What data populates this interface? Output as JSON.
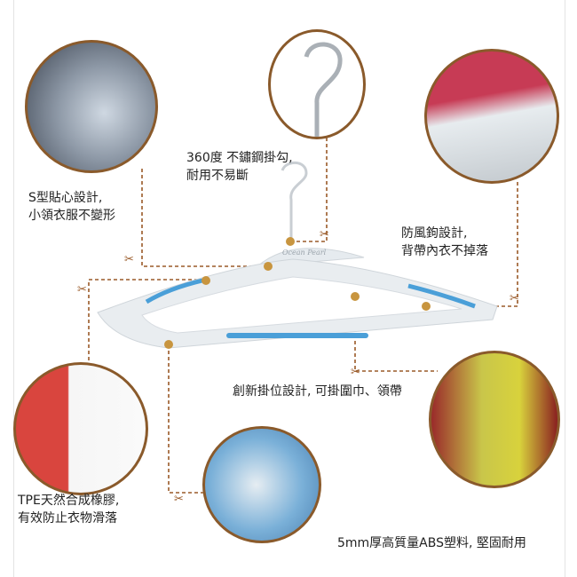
{
  "features": [
    {
      "id": "s-shape",
      "lines": [
        "S型貼心設計,",
        "小領衣服不變形"
      ]
    },
    {
      "id": "hook",
      "lines": [
        "360度 不鏽鋼掛勾,",
        "耐用不易斷"
      ]
    },
    {
      "id": "wind-hook",
      "lines": [
        "防風鉤設計,",
        "背帶內衣不掉落"
      ]
    },
    {
      "id": "innovative-slot",
      "lines": [
        "創新掛位設計, 可掛圍巾、領帶"
      ]
    },
    {
      "id": "tpe",
      "lines": [
        "TPE天然合成橡膠,",
        "有效防止衣物滑落"
      ]
    },
    {
      "id": "abs",
      "lines": [
        "5mm厚高質量ABS塑料, 堅固耐用"
      ]
    }
  ],
  "brand_mark": "Ocean Pearl",
  "colors": {
    "dash": "#9a5a28",
    "dot": "#c8953f",
    "circle_border": "#8a5a2b",
    "hanger": "#e6ebef",
    "grip": "#4a9fd8"
  }
}
